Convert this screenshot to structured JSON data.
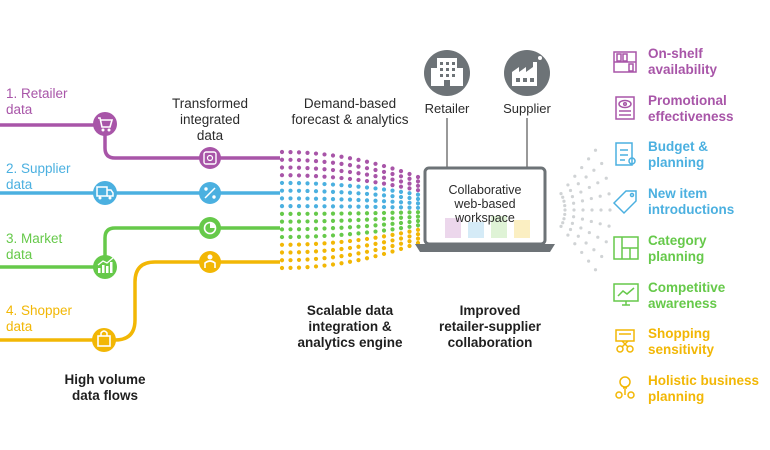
{
  "inputs": [
    {
      "line1": "1. Retailer",
      "line2": "data",
      "color": "#a855a8"
    },
    {
      "line1": "2. Supplier",
      "line2": "data",
      "color": "#4bb0e0"
    },
    {
      "line1": "3. Market",
      "line2": "data",
      "color": "#66c94a"
    },
    {
      "line1": "4. Shopper",
      "line2": "data",
      "color": "#f2b705"
    }
  ],
  "labels": {
    "transformed": [
      "Transformed",
      "integrated",
      "data"
    ],
    "forecast": [
      "Demand-based",
      "forecast & analytics"
    ],
    "high_volume": [
      "High volume",
      "data flows"
    ],
    "engine": [
      "Scalable data",
      "integration &",
      "analytics engine"
    ],
    "collab": [
      "Improved",
      "retailer-supplier",
      "collaboration"
    ],
    "workspace": [
      "Collaborative",
      "web-based",
      "workspace"
    ],
    "retailer": "Retailer",
    "supplier": "Supplier"
  },
  "outputs": [
    {
      "line1": "On-shelf",
      "line2": "availability",
      "color": "#a855a8",
      "icon": "shelf-icon"
    },
    {
      "line1": "Promotional",
      "line2": "effectiveness",
      "color": "#a855a8",
      "icon": "promo-eye-icon"
    },
    {
      "line1": "Budget &",
      "line2": "planning",
      "color": "#4bb0e0",
      "icon": "budget-doc-icon"
    },
    {
      "line1": "New item",
      "line2": "introductions",
      "color": "#4bb0e0",
      "icon": "new-tag-icon"
    },
    {
      "line1": "Category",
      "line2": "planning",
      "color": "#66c94a",
      "icon": "category-grid-icon"
    },
    {
      "line1": "Competitive",
      "line2": "awareness",
      "color": "#66c94a",
      "icon": "competitive-monitor-icon"
    },
    {
      "line1": "Shopping",
      "line2": "sensitivity",
      "color": "#f2b705",
      "icon": "shopping-cart-icon"
    },
    {
      "line1": "Holistic business",
      "line2": "planning",
      "color": "#f2b705",
      "icon": "holistic-bulb-icon"
    }
  ]
}
